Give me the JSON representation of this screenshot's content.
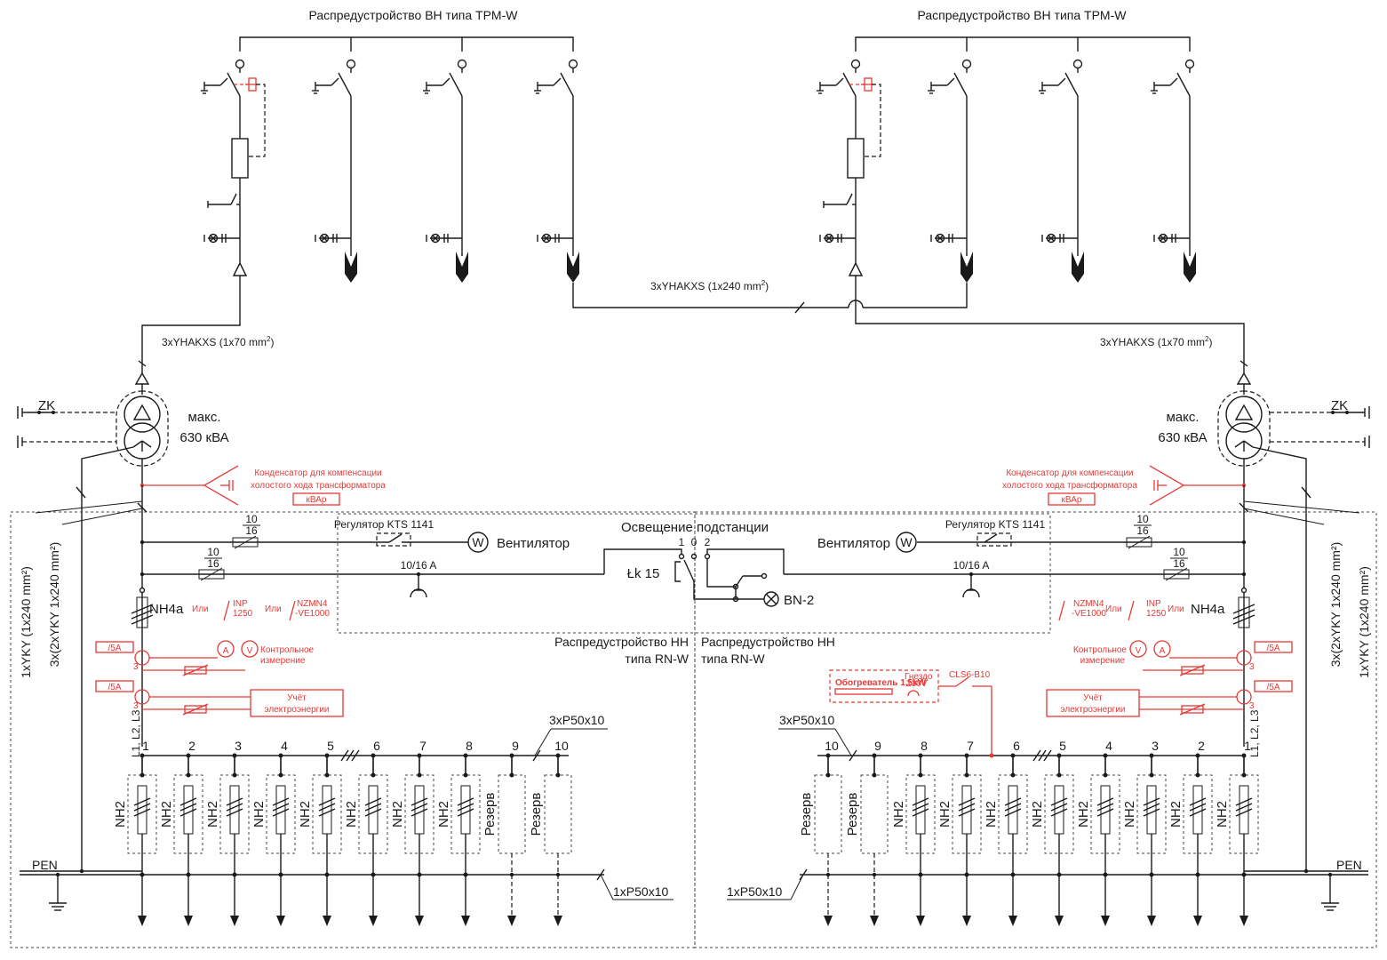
{
  "colors": {
    "line": "#1a1a1a",
    "accent": "#e53935",
    "background": "#ffffff"
  },
  "hv": {
    "left_title": "Распредустройство ВН типа TPM-W",
    "right_title": "Распредустройство ВН типа TPM-W",
    "link_cable": "3xYHAKXS (1x240 mm²)",
    "link_cable_main": "3xYHAKXS (1x240 mm",
    "link_cable_sup": "2",
    "feed_cable_main": "3xYHAKXS (1x70 mm",
    "feed_cable_sup": "2"
  },
  "transformer": {
    "max_label": "макс.",
    "power": "630 кВА",
    "zk": "ZK"
  },
  "capacitor": {
    "line1": "Конденсатор для компенсации",
    "line2": "холостого хода трансформатора",
    "unit": "кВАр"
  },
  "aux": {
    "fuse_top": "10",
    "fuse_bottom": "16",
    "regulator": "Регулятор KTS 1141",
    "fan": "Вентилятор",
    "fan_symbol": "W",
    "socket_rating": "10/16 A",
    "lighting_title": "Освещение подстанции",
    "switch_positions": [
      "1",
      "0",
      "2"
    ],
    "switch_name": "Łk 15",
    "lamp": "BN-2"
  },
  "lv": {
    "main_fuse": "NH4a",
    "or1": "Или",
    "inp": "INP",
    "inp_rating": "1250",
    "or2": "Или",
    "nzm": "NZMN4",
    "nzm_type": "-VE1000",
    "ct": "/5A",
    "three": "3",
    "ammeter": "A",
    "voltmeter": "V",
    "control_line1": "Контрольное",
    "control_line2": "измерение",
    "metering_line1": "Учёт",
    "metering_line2": "электроэнергии",
    "phases": "L1, L2, L3",
    "busbar": "3xP50x10",
    "pen_busbar": "1xP50x10",
    "pen": "PEN",
    "left_title1": "Распредустройство НН",
    "left_title2": "типа RN-W",
    "right_title1": "Распредустройство НН",
    "right_title2": "типа RN-W",
    "outgoing_fuse": "NH2",
    "reserve": "Резерв",
    "feeder_numbers": [
      "1",
      "2",
      "3",
      "4",
      "5",
      "6",
      "7",
      "8",
      "9",
      "10"
    ],
    "heater": "Обогреватель 1,5kW",
    "socket": "Гнездо",
    "socket_voltage": "230V",
    "mcb": "CLS6-B10"
  },
  "cables": {
    "left_vertical_a": "1xYKY (1x240 mm²)",
    "left_vertical_b": "3x(2xYKY 1x240 mm²)",
    "right_vertical_a": "1xYKY (1x240 mm²)",
    "right_vertical_b": "3x(2xYKY 1x240 mm²)"
  }
}
